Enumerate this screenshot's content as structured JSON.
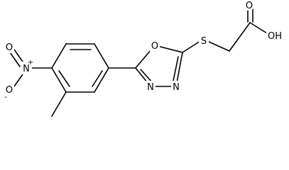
{
  "molecule": {
    "atoms": {
      "O_carbonyl": "O",
      "OH": "OH",
      "S": "S",
      "O_ring": "O",
      "N_ring_left": "N",
      "N_ring_right": "N",
      "N_nitro": "N",
      "N_nitro_charge": "+",
      "O_nitro_top": "O",
      "O_nitro_bottom": "O",
      "O_nitro_charge": "-"
    }
  }
}
